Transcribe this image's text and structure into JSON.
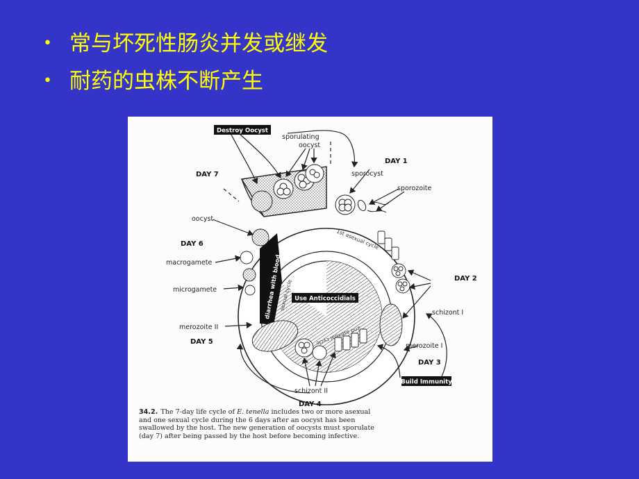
{
  "bullets": [
    {
      "text": "常与坏死性肠炎并发或继发"
    },
    {
      "text": "耐药的虫株不断产生"
    }
  ],
  "diagram": {
    "days": [
      "DAY 1",
      "DAY 2",
      "DAY 3",
      "DAY 4",
      "DAY 5",
      "DAY 6",
      "DAY 7"
    ],
    "labels": {
      "sporulating": "sporulating",
      "oocyst_top": "oocyst",
      "sporocyst": "sporocyst",
      "sporozoite": "sporozoite",
      "oocyst": "oocyst",
      "macrogamete": "macrogamete",
      "microgamete": "microgamete",
      "merozoite2": "merozoite II",
      "schizont1": "schizont I",
      "merozoite1": "merozoite I",
      "schizont2": "schizont II"
    },
    "boxes": {
      "destroy": "Destroy Oocyst",
      "anticoccidials": "Use Anticoccidials",
      "immunity": "Build Immunity"
    },
    "ring_text": {
      "diarrhea": "diarrhea with blood",
      "first_cycle": "1st asexual cycle",
      "second_cycle": "2nd asexual cycle",
      "sexual_cycle": "sexual cycle"
    }
  },
  "caption": {
    "number": "34.2.",
    "text_before": "The 7-day life cycle of ",
    "species": "E. tenella",
    "text_after": " includes two or more asexual and one sexual cycle during the 6 days after an oocyst has been swallowed by the host. The new generation of oocysts must sporulate (day 7) after being passed by the host before becoming infective."
  }
}
